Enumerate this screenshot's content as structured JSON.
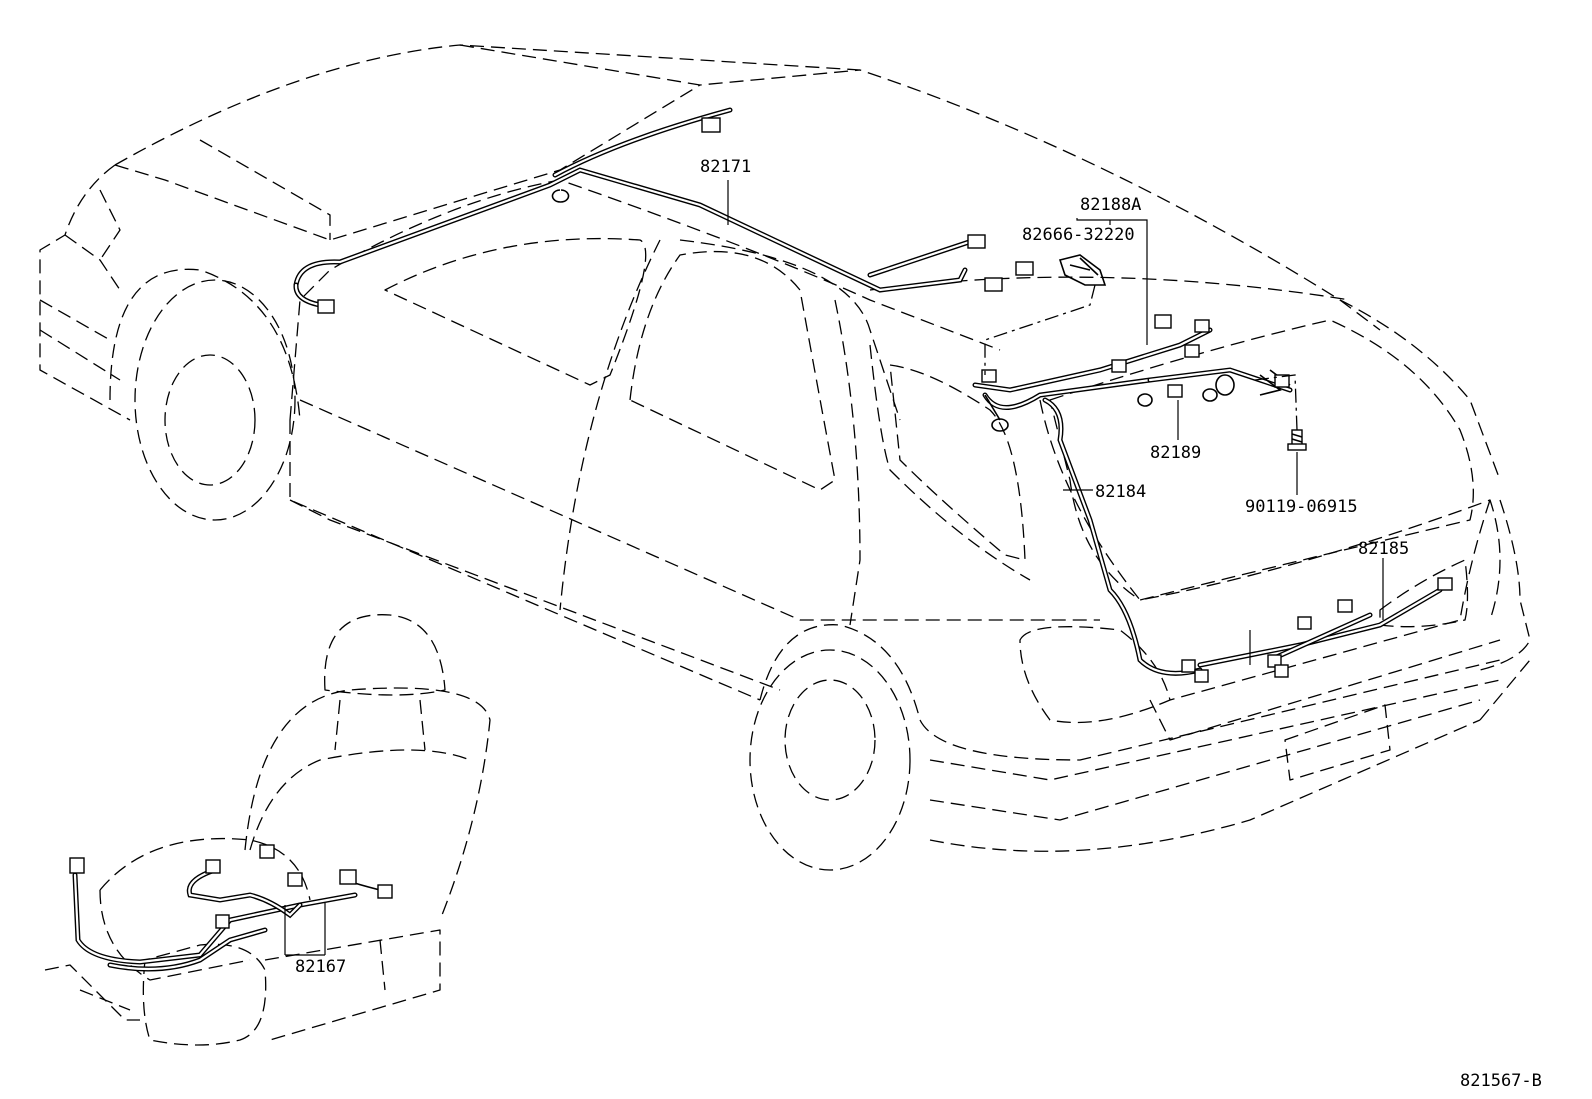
{
  "diagram": {
    "drawing_number": "821567-B",
    "part_labels": [
      {
        "id": "82171",
        "text": "82171"
      },
      {
        "id": "82188A",
        "text": "82188A"
      },
      {
        "id": "82666-32220",
        "text": "82666-32220"
      },
      {
        "id": "82189",
        "text": "82189"
      },
      {
        "id": "82184",
        "text": "82184"
      },
      {
        "id": "90119-06915",
        "text": "90119-06915"
      },
      {
        "id": "82185",
        "text": "82185"
      },
      {
        "id": "82167",
        "text": "82167"
      }
    ]
  }
}
